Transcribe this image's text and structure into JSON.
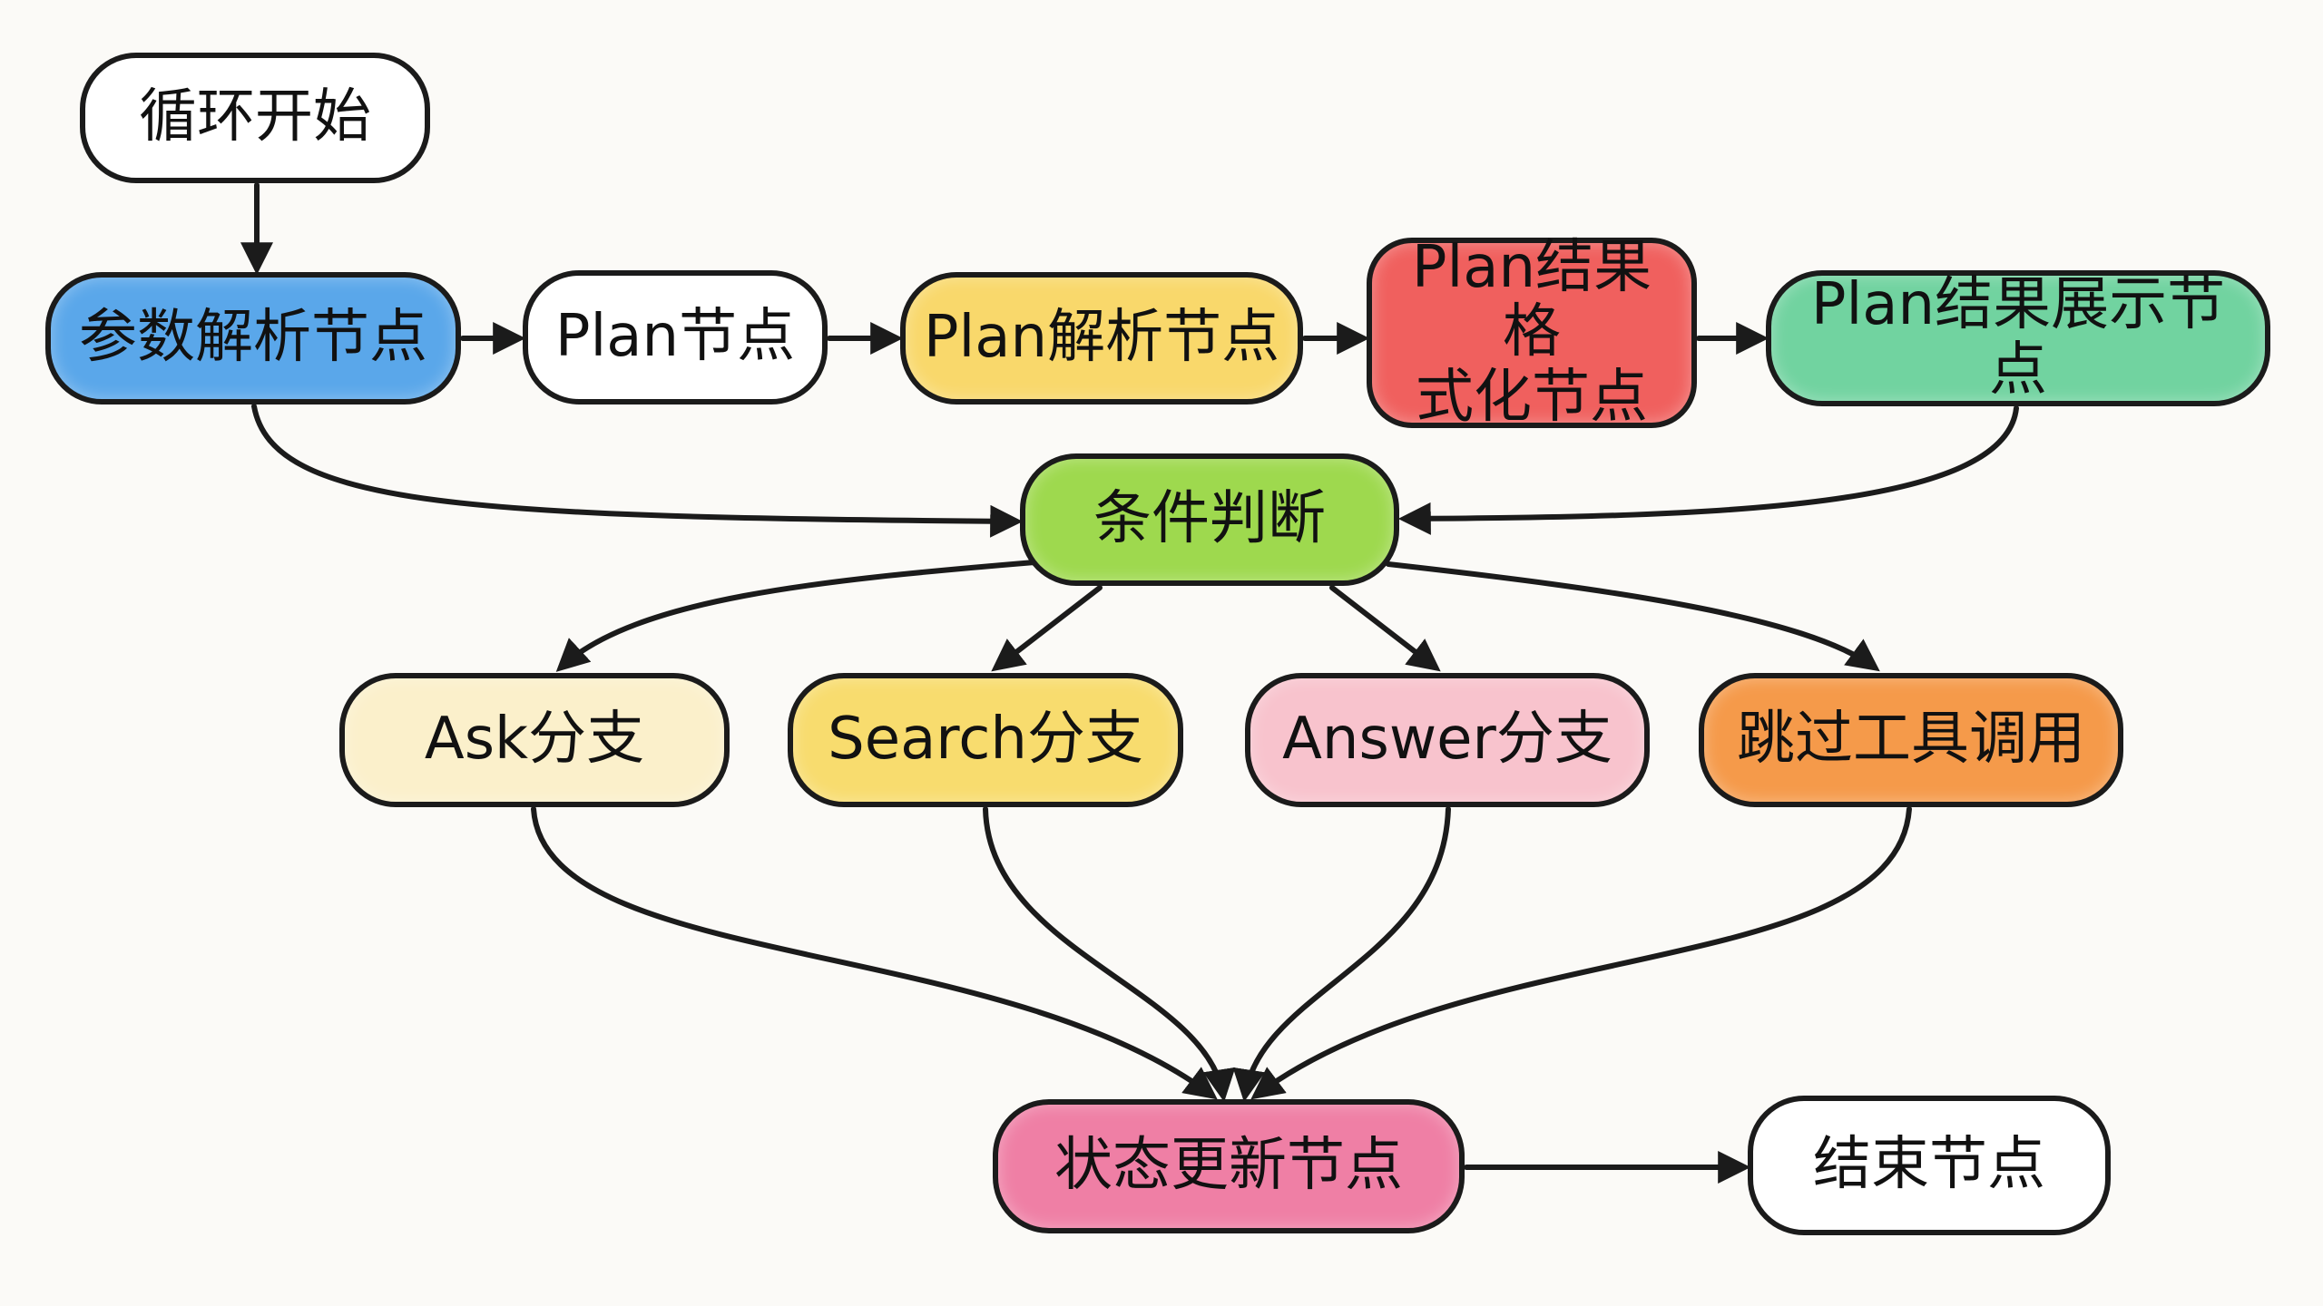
{
  "diagram": {
    "title_hidden": "",
    "nodes": {
      "loop_start": {
        "label": "循环开始",
        "color": "#ffffff"
      },
      "param_parse": {
        "label": "参数解析节点",
        "color": "#5aa7ea"
      },
      "plan": {
        "label": "Plan节点",
        "color": "#ffffff"
      },
      "plan_parse": {
        "label": "Plan解析节点",
        "color": "#f9d86b"
      },
      "plan_format": {
        "label": "Plan结果格式化节点",
        "color": "#f0605e"
      },
      "plan_show": {
        "label": "Plan结果展示节点",
        "color": "#71d3a0"
      },
      "condition": {
        "label": "条件判断",
        "color": "#9ed94e"
      },
      "ask": {
        "label": "Ask分支",
        "color": "#fbf0cb"
      },
      "search": {
        "label": "Search分支",
        "color": "#f8dc6e"
      },
      "answer": {
        "label": "Answer分支",
        "color": "#f8c3cd"
      },
      "skip": {
        "label": "跳过工具调用",
        "color": "#f59a4a"
      },
      "state_update": {
        "label": "状态更新节点",
        "color": "#ef7fa5"
      },
      "end": {
        "label": "结束节点",
        "color": "#ffffff"
      }
    },
    "plan_format_lines": [
      "Plan结果格",
      "式化节点"
    ],
    "edges": [
      [
        "loop_start",
        "param_parse"
      ],
      [
        "param_parse",
        "plan"
      ],
      [
        "plan",
        "plan_parse"
      ],
      [
        "plan_parse",
        "plan_format"
      ],
      [
        "plan_format",
        "plan_show"
      ],
      [
        "param_parse",
        "condition"
      ],
      [
        "plan_show",
        "condition"
      ],
      [
        "condition",
        "ask"
      ],
      [
        "condition",
        "search"
      ],
      [
        "condition",
        "answer"
      ],
      [
        "condition",
        "skip"
      ],
      [
        "ask",
        "state_update"
      ],
      [
        "search",
        "state_update"
      ],
      [
        "answer",
        "state_update"
      ],
      [
        "skip",
        "state_update"
      ],
      [
        "state_update",
        "end"
      ]
    ]
  }
}
